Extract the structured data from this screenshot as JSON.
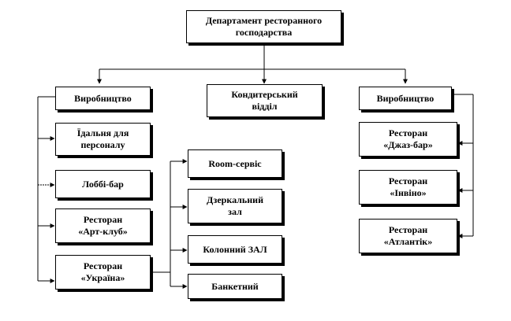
{
  "colors": {
    "line": "#000000",
    "box_border": "#000000",
    "box_shadow": "#000000",
    "background": "#ffffff"
  },
  "boxes": {
    "root": "Департамент ресторанного\nгосподарства",
    "left_head": "Виробництво",
    "middle_head": "Кондитерський\nвідділ",
    "right_head": "Виробництво",
    "left_items": [
      "Їдальня для\nперсоналу",
      "Лоббі-бар",
      "Ресторан\n«Арт-клуб»",
      "Ресторан\n«Україна»"
    ],
    "sub_items": [
      "Room-сервіс",
      "Дзеркальний\nзал",
      "Колонний ЗАЛ",
      "Банкетний"
    ],
    "right_items": [
      "Ресторан\n«Джаз-бар»",
      "Ресторан\n«Інвіно»",
      "Ресторан\n«Атлантік»"
    ]
  }
}
